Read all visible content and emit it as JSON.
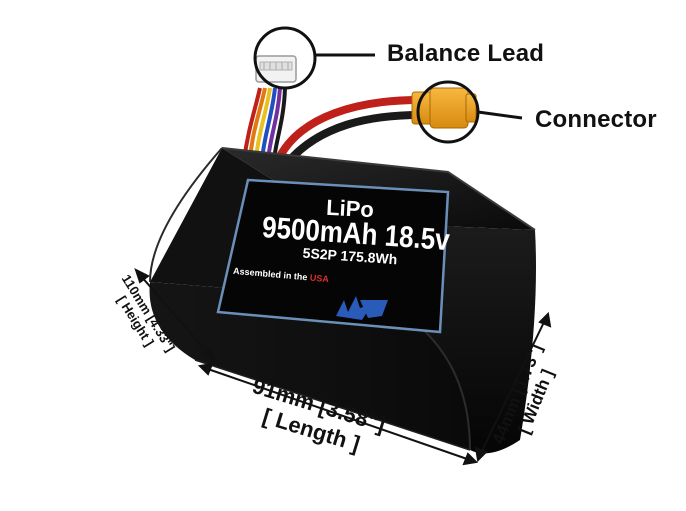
{
  "image": {
    "callouts": {
      "balance_lead": "Balance Lead",
      "connector": "Connector"
    },
    "battery_label": {
      "chemistry": "LiPo",
      "capacity_voltage": "9500mAh 18.5v",
      "config_energy": "5S2P 175.8Wh",
      "assembled": "Assembled in the",
      "assembled_country": "USA"
    },
    "dimensions": {
      "height": {
        "value": "110mm [4.33\"]",
        "label": "[ Height ]"
      },
      "length": {
        "value": "91mm [3.58\"]",
        "label": "[ Length ]"
      },
      "width": {
        "value": "44mm [1.73\"]",
        "label": "[ Width ]"
      }
    },
    "colors": {
      "battery_body": "#0b0b0b",
      "label_border": "#6c8fb8",
      "connector": "#f0a020",
      "red_wire": "#c0201a",
      "black_wire": "#1a1a1a",
      "logo_blue": "#2a5bb8"
    }
  }
}
